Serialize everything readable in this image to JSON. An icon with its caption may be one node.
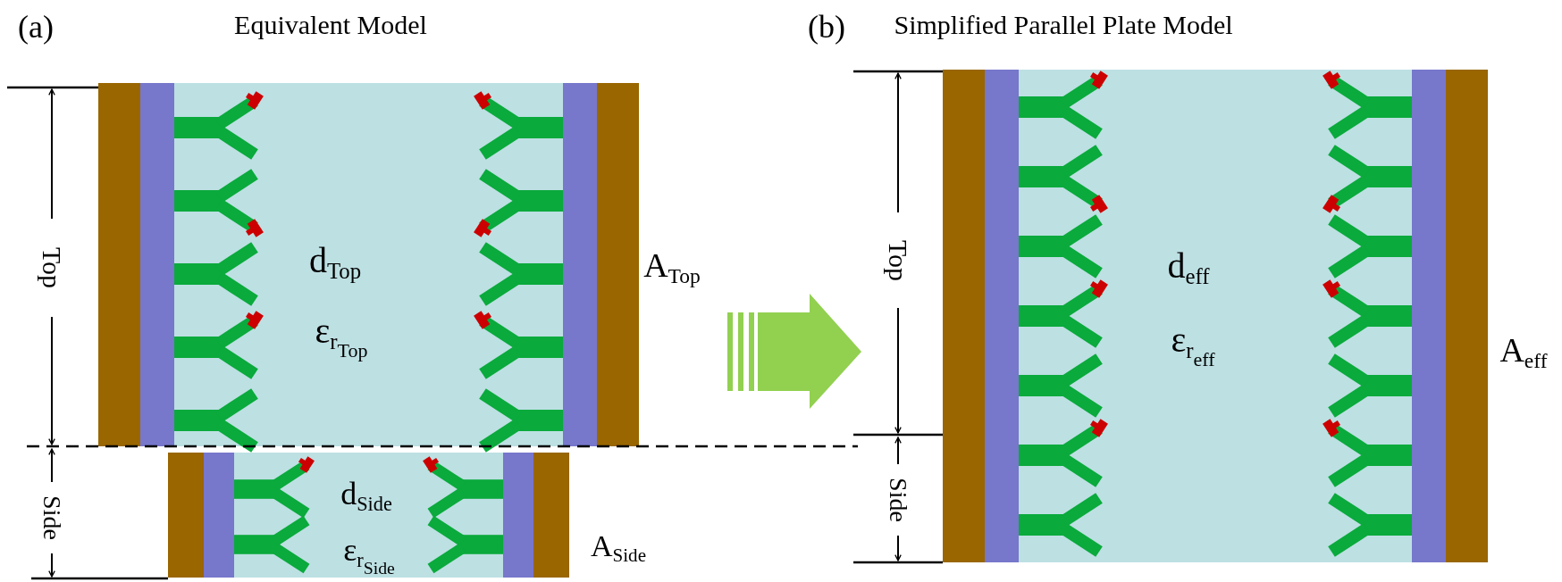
{
  "diagram": {
    "labels": [
      "(a)",
      "Equivalent Model",
      "(b)",
      "Simplified Parallel Plate Model",
      "Top",
      "d$_{Top}$",
      "ε$_{r}$$_{Top}$",
      "A$_{Top}$",
      "Side",
      "d$_{Side}$",
      "ε$_{r}$$_{Side}$",
      "A$_{Side}$",
      "Top",
      "d$_{eff}$",
      "ε$_{r}$$_{eff}$",
      "A$_{eff}$",
      "Side"
    ]
  }
}
